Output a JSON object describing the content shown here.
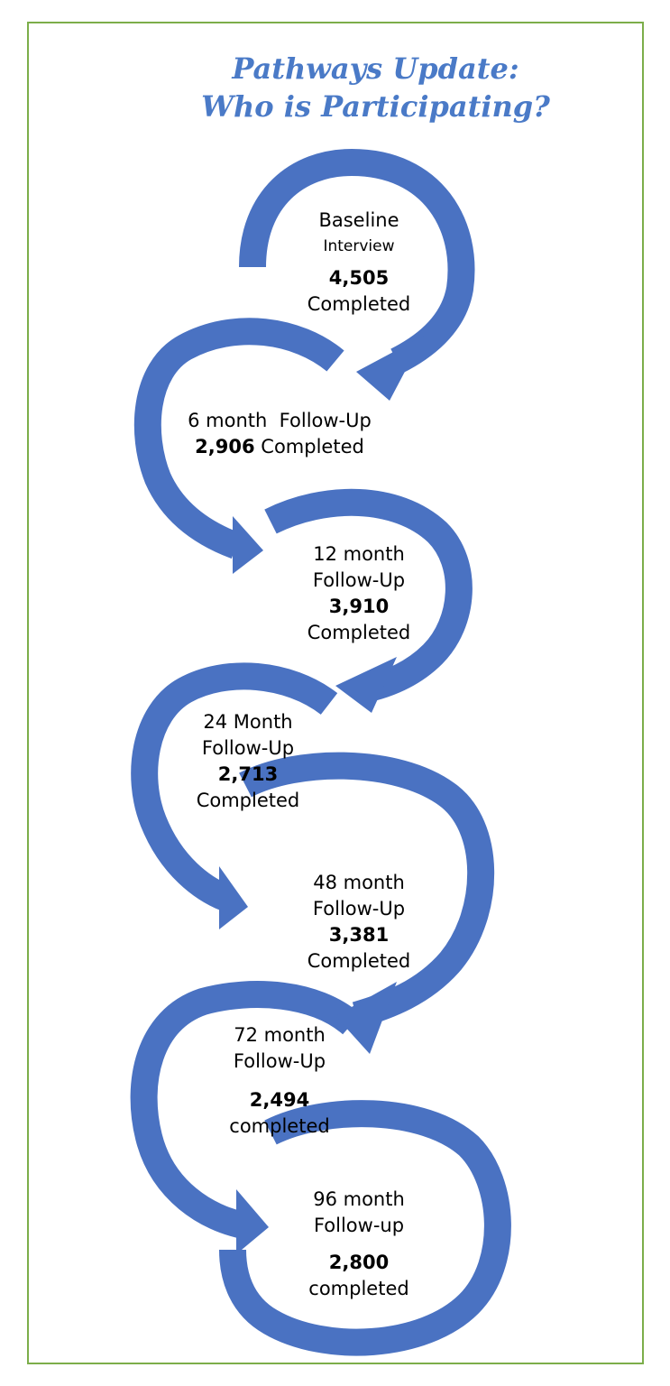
{
  "title": {
    "line1": "Pathways Update:",
    "line2": "Who is Participating?"
  },
  "colors": {
    "accent_text": "#4a7ac7",
    "arrow_fill": "#4a72c2",
    "frame_border": "#7cae4a"
  },
  "stages": [
    {
      "name_line1": "Baseline",
      "name_line2": "Interview",
      "count": "4,505",
      "status": "Completed"
    },
    {
      "name_line1": "6 month  Follow-Up",
      "count": "2,906",
      "status": "Completed"
    },
    {
      "name_line1": "12 month",
      "name_line2": "Follow-Up",
      "count": "3,910",
      "status": "Completed"
    },
    {
      "name_line1": "24 Month",
      "name_line2": "Follow-Up",
      "count": "2,713",
      "status": "Completed"
    },
    {
      "name_line1": "48 month",
      "name_line2": "Follow-Up",
      "count": "3,381",
      "status": "Completed"
    },
    {
      "name_line1": "72 month",
      "name_line2": "Follow-Up",
      "count": "2,494",
      "status": "completed"
    },
    {
      "name_line1": "96 month",
      "name_line2": "Follow-up",
      "count": "2,800",
      "status": "completed"
    }
  ]
}
